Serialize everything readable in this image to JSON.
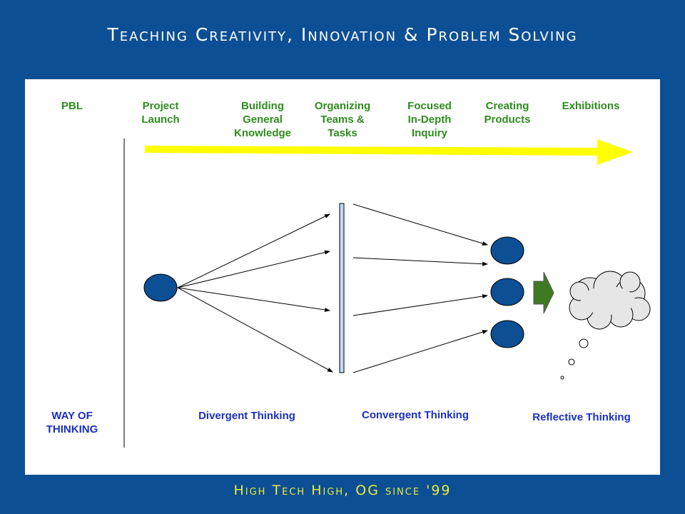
{
  "slide": {
    "title": "Teaching Creativity, Innovation & Problem Solving",
    "footer": "High Tech High, OG since '99"
  },
  "header_row": {
    "pbl": "PBL",
    "stages": [
      "Project\nLaunch",
      "Building\nGeneral\nKnowledge",
      "Organizing\nTeams &\nTasks",
      "Focused\nIn-Depth\nInquiry",
      "Creating\nProducts",
      "Exhibitions"
    ]
  },
  "thinking_row": {
    "way_of_thinking": "WAY OF\nTHINKING",
    "divergent": "Divergent Thinking",
    "convergent": "Convergent Thinking",
    "reflective": "Reflective Thinking"
  },
  "colors": {
    "background": "#0d4f94",
    "stage_text": "#2e8c1e",
    "thinking_text": "#1a2fbf",
    "timeline_arrow": "#ffff00",
    "node_fill": "#0d4f94",
    "bar_fill": "#c6d9f0",
    "green_arrow": "#3d7a22",
    "cloud_fill": "#e6e6e6",
    "footer_text": "#e6ea3c"
  }
}
